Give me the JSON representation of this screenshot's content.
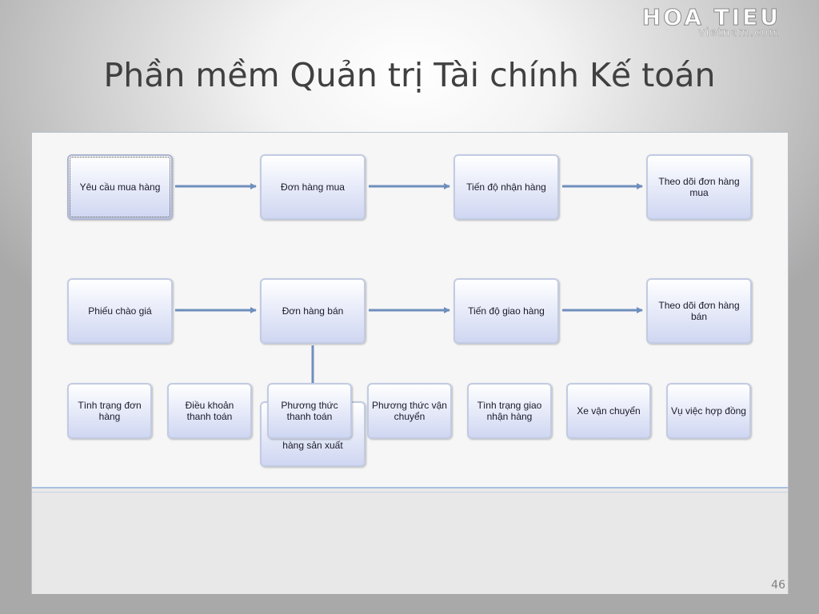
{
  "logo": {
    "main": "HOA TIEU",
    "sub": "vietnam.com"
  },
  "title": "Phần mềm Quản trị Tài chính Kế toán",
  "flow": {
    "purchase": [
      "Yêu cầu mua hàng",
      "Đơn hàng mua",
      "Tiến độ nhận hàng",
      "Theo dõi đơn hàng mua"
    ],
    "sales": [
      "Phiếu chào giá",
      "Đơn hàng bán",
      "Tiến độ giao hàng",
      "Theo dõi đơn hàng bán"
    ],
    "production": "Xuất nguyên liệu định mức cho đơn hàng sản xuất"
  },
  "bottom_buttons": [
    "Tình trạng đơn hàng",
    "Điều khoản thanh toán",
    "Phương thức thanh toán",
    "Phương thức vận chuyển",
    "Tình trạng giao nhận hàng",
    "Xe vận chuyển",
    "Vụ việc hợp đồng"
  ],
  "page_number": "46",
  "colors": {
    "arrow": "#6f8fbd",
    "node_border": "#c2cbe3",
    "title": "#404040"
  }
}
